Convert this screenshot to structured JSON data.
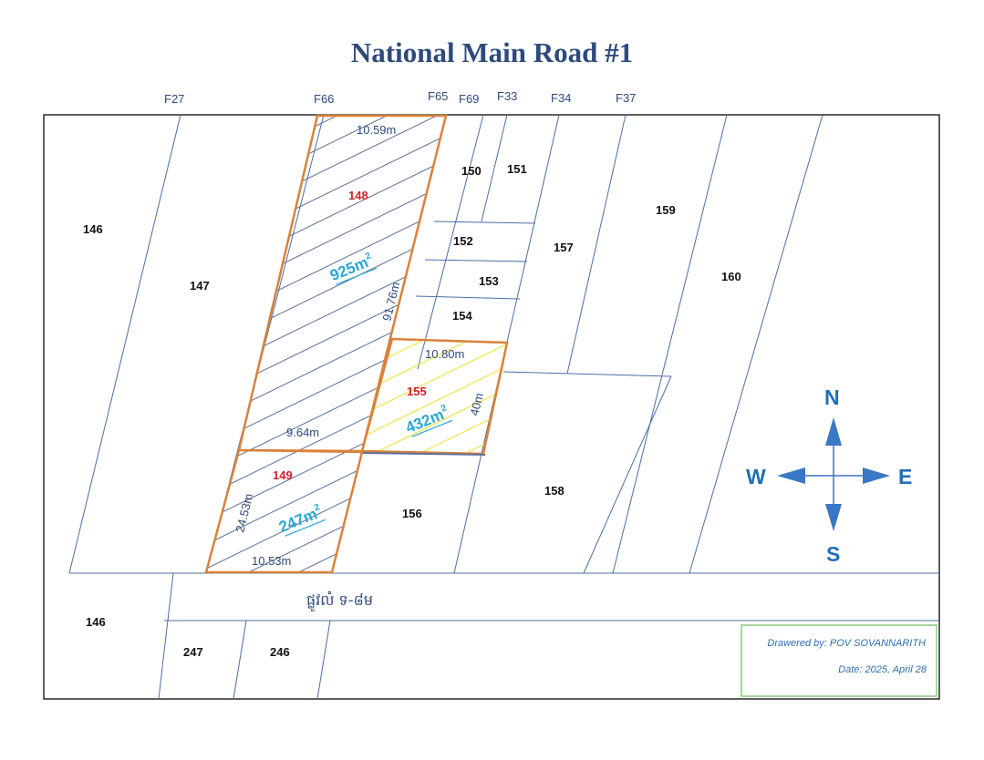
{
  "title": "National Main Road #1",
  "road_label": "ផ្លូវលំ ទ-៨ម",
  "field_labels": [
    "F27",
    "F66",
    "F65",
    "F69",
    "F33",
    "F34",
    "F37"
  ],
  "plots": [
    "146",
    "147",
    "150",
    "151",
    "152",
    "153",
    "154",
    "157",
    "159",
    "160",
    "156",
    "158",
    "146",
    "247",
    "246"
  ],
  "highlighted_plots": {
    "p148": "148",
    "p155": "155",
    "p149": "149"
  },
  "dimensions": {
    "p148_top": "10.59m",
    "p148_side": "91.76m",
    "p148_bottom": "9.64m",
    "p155_top": "10.80m",
    "p155_side": "40m",
    "p149_side": "24.53m",
    "p149_bottom": "10.53m"
  },
  "areas": {
    "p148": {
      "value": "925m",
      "sup": "2"
    },
    "p155": {
      "value": "432m",
      "sup": "2"
    },
    "p149": {
      "value": "247m",
      "sup": "2"
    }
  },
  "compass": {
    "n": "N",
    "s": "S",
    "e": "E",
    "w": "W"
  },
  "credits": {
    "drawn_by": "Drawered by: POV SOVANNARITH",
    "date": "Date: 2025, April 28"
  },
  "colors": {
    "outline": "#1a1a1a",
    "parcel_line": "#4a6fa5",
    "highlight_border": "#d9823b",
    "hatch_148_149": "#5a6f99",
    "hatch_155": "#f2e24a",
    "compass": "#3a77c4",
    "credit_border": "#6bbf59"
  }
}
